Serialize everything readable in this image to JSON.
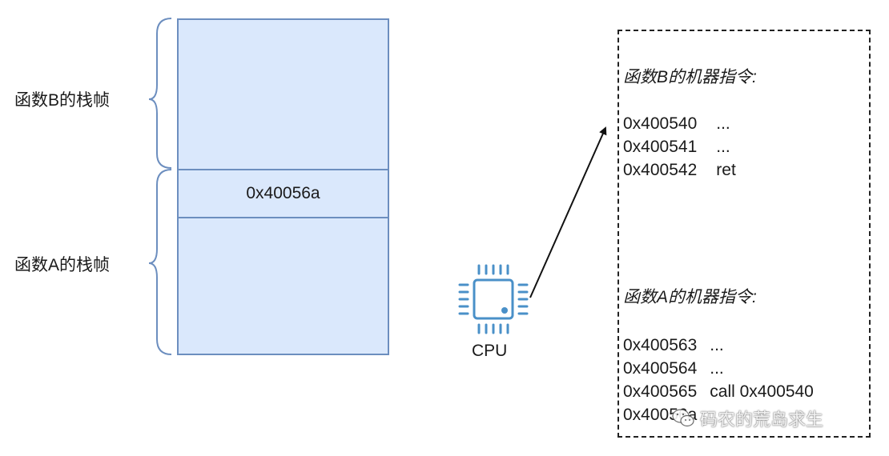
{
  "stack": {
    "slot_value": "0x40056a",
    "frame_b_label": "函数B的栈帧",
    "frame_a_label": "函数A的栈帧"
  },
  "cpu": {
    "label": "CPU",
    "icon": "cpu-chip-icon",
    "color": "#4a90c8"
  },
  "panel": {
    "section_b": {
      "heading": "函数B的机器指令:",
      "instructions": [
        {
          "addr": "0x400540",
          "op": "..."
        },
        {
          "addr": "0x400541",
          "op": "..."
        },
        {
          "addr": "0x400542",
          "op": "ret"
        }
      ]
    },
    "section_a": {
      "heading": "函数A的机器指令:",
      "instructions": [
        {
          "addr": "0x400563",
          "op": "..."
        },
        {
          "addr": "0x400564",
          "op": "..."
        },
        {
          "addr": "0x400565",
          "op": "call 0x400540"
        },
        {
          "addr": "0x40056a",
          "op": ""
        }
      ]
    }
  },
  "watermark": {
    "text": "码农的荒岛求生",
    "icon": "wechat-icon"
  },
  "colors": {
    "stack_fill": "#dae8fc",
    "stack_border": "#6c8ebf",
    "cpu": "#4a90c8",
    "ink": "#1a1a1a"
  }
}
